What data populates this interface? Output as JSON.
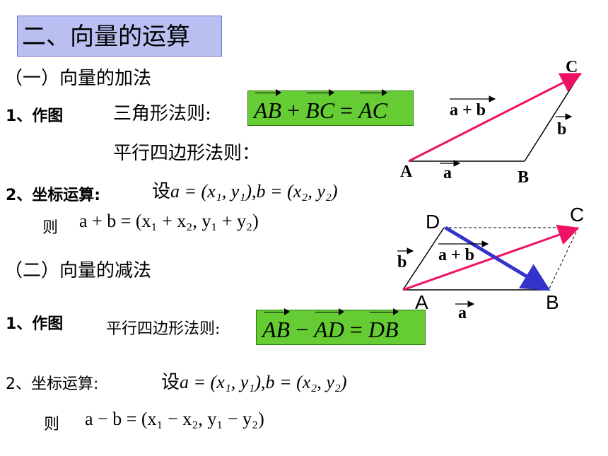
{
  "title": "二、向量的运算",
  "section1": {
    "heading": "（一）向量的加法",
    "step1": "1、作图",
    "triangle_rule": "三角形法则:",
    "triangle_formula": {
      "v1": "AB",
      "op": "+",
      "v2": "BC",
      "eq": "=",
      "v3": "AC"
    },
    "parallelogram_rule": "平行四边形法则：",
    "step2": "2、坐标运算:",
    "coord_prefix": "设",
    "coord_def_a": "a = (x₁, y₁)",
    "coord_def_b": "b = (x₂, y₂)",
    "result_then": "则",
    "result_expr": "a + b = (x₁ + x₂, y₁ + y₂)"
  },
  "section2": {
    "heading": "（二）向量的减法",
    "step1": "1、作图",
    "parallelogram_rule": "平行四边形法则:",
    "formula": {
      "v1": "AB",
      "op": "−",
      "v2": "AD",
      "eq": "=",
      "v3": "DB"
    },
    "step2": "2、坐标运算:",
    "coord_prefix": "设",
    "coord_def_a": "a = (x₁, y₁)",
    "coord_def_b": "b = (x₂, y₂)",
    "result_then": "则",
    "result_expr": "a − b = (x₁ − x₂, y₁ − y₂)"
  },
  "diagram1": {
    "points": {
      "A": "A",
      "B": "B",
      "C": "C"
    },
    "vec_a": "a",
    "vec_b": "b",
    "vec_sum": "a + b"
  },
  "diagram2": {
    "points": {
      "A": "A",
      "B": "B",
      "C": "C",
      "D": "D"
    },
    "vec_a": "a",
    "vec_b": "b",
    "vec_sum": "a + b"
  },
  "colors": {
    "title_bg": "#b9bff0",
    "formula_bg": "#66cc33",
    "sum_vector": "#ee1166",
    "diff_vector": "#3333cc"
  }
}
